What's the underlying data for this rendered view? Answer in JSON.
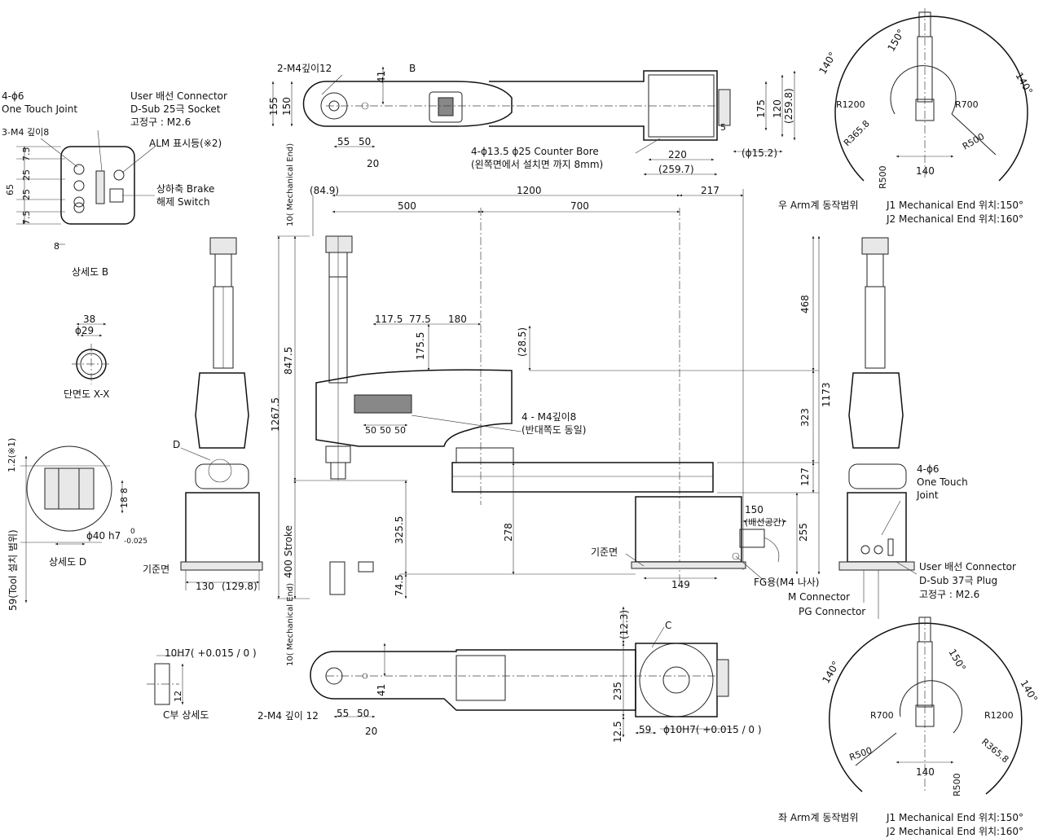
{
  "top_view": {
    "tap_label": "2-M4깊이12",
    "dims": [
      "41",
      "155",
      "150",
      "55",
      "50",
      "20",
      "175",
      "120",
      "(259.8)",
      "5",
      "220",
      "(259.7)",
      "(ϕ15.2)"
    ],
    "ref_b": "B",
    "bore_line1": "4-ϕ13.5 ϕ25 Counter Bore",
    "bore_line2": "(왼쪽면에서 설치면 까지 8mm)"
  },
  "detail_b": {
    "joint_line1": "4-ϕ6",
    "joint_line2": "One Touch Joint",
    "tap": "3-M4 깊이8",
    "connector_line1": "User 배선 Connector",
    "connector_line2": "D-Sub 25극 Socket",
    "connector_line3": "고정구 : M2.6",
    "alm": "ALM 표시등(※2)",
    "brake_line1": "상하축 Brake",
    "brake_line2": "해제 Switch",
    "dims": [
      "7.5",
      "65",
      "25",
      "25",
      "7.5",
      "8"
    ],
    "caption": "상세도 B"
  },
  "section_xx": {
    "dims": [
      "38",
      "ϕ29"
    ],
    "caption": "단면도 X-X"
  },
  "detail_d": {
    "dims": [
      "1.2(※1)",
      "8",
      "18",
      "ϕ40 h7",
      "0",
      "-0.025"
    ],
    "vertical": "59(Tool 설치 범위)",
    "caption": "상세도 D",
    "ref_d": "D"
  },
  "left_view": {
    "ref_label": "기준면",
    "dims": [
      "130",
      "(129.8)"
    ]
  },
  "front_view": {
    "mech_end_top": "10( Mechanical End)",
    "mech_end_bottom": "10( Mechanical End)",
    "stroke": "400 Stroke",
    "dims_h": [
      "(84.9)",
      "1200",
      "217",
      "500",
      "700",
      "117.5",
      "77.5",
      "180",
      "50",
      "50",
      "50",
      "149"
    ],
    "dims_v": [
      "847.5",
      "1267.5",
      "175.5",
      "(28.5)",
      "468",
      "1173",
      "323",
      "127",
      "255",
      "278",
      "325.5",
      "74.5"
    ],
    "tap_line1": "4 - M4깊이8",
    "tap_line2": "(반대쪽도 동일)",
    "cable_space_line1": "150",
    "cable_space_line2": "(배선공간)",
    "ref_label": "기준면",
    "fg": "FG용(M4 나사)",
    "m_conn": "M Connector",
    "pg_conn": "PG Connector"
  },
  "right_view": {
    "joint_line1": "4-ϕ6",
    "joint_line2": "One Touch",
    "joint_line3": "Joint",
    "connector_line1": "User 배선 Connector",
    "connector_line2": "D-Sub 37극 Plug",
    "connector_line3": "고정구 : M2.6"
  },
  "bottom_view": {
    "tap_label": "2-M4 깊이 12",
    "dims": [
      "41",
      "55",
      "50",
      "20",
      "(12.3)",
      "235",
      "12.5",
      "59",
      "ϕ10H7( +0.015 / 0 )"
    ],
    "ref_c": "C"
  },
  "detail_c": {
    "fit": "10H7( +0.015 / 0 )",
    "dim": "12",
    "caption": "C부 상세도"
  },
  "range_right": {
    "angles": [
      "140°",
      "150°",
      "140°"
    ],
    "radii": [
      "R1200",
      "R700",
      "R365.8",
      "R500",
      "R500"
    ],
    "dim": "140",
    "caption": "우 Arm계 동작범위",
    "j1": "J1 Mechanical End 위치:150°",
    "j2": "J2 Mechanical End 위치:160°"
  },
  "range_left": {
    "angles": [
      "140°",
      "150°",
      "140°"
    ],
    "radii": [
      "R700",
      "R1200",
      "R500",
      "R365.8",
      "R500"
    ],
    "dim": "140",
    "caption": "좌 Arm계 동작범위",
    "j1": "J1 Mechanical End 위치:150°",
    "j2": "J2 Mechanical End 위치:160°"
  }
}
